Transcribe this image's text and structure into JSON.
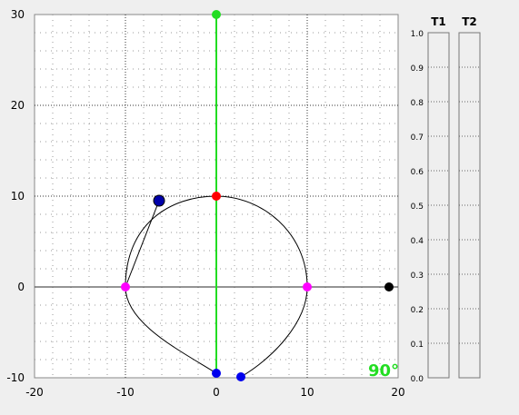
{
  "plot": {
    "x_ticks": [
      -20,
      -10,
      0,
      10,
      20
    ],
    "y_ticks": [
      -10,
      0,
      10,
      20,
      30
    ],
    "xlim": [
      -20,
      20
    ],
    "ylim": [
      -10,
      30
    ],
    "angle_label": "90°",
    "colors": {
      "background": "#efefef",
      "plot_bg": "#ffffff",
      "vertical_line": "#22dd22",
      "angle_label": "#22dd22",
      "curve": "#000000",
      "tangent": "#000000"
    },
    "points": [
      {
        "name": "top-point",
        "x": 0,
        "y": 30,
        "color": "#22dd22"
      },
      {
        "name": "center-top-point",
        "x": 0,
        "y": 10,
        "color": "#ff0000"
      },
      {
        "name": "left-point",
        "x": -10,
        "y": 0,
        "color": "#ff00ff"
      },
      {
        "name": "right-point",
        "x": 10,
        "y": 0,
        "color": "#ff00ff"
      },
      {
        "name": "bottom-point",
        "x": 0,
        "y": -9.5,
        "color": "#0000ee"
      },
      {
        "name": "bottom-right-point",
        "x": 2.7,
        "y": -9.9,
        "color": "#0000ee"
      },
      {
        "name": "upper-left-point",
        "x": -6.3,
        "y": 9.5,
        "color": "#0000aa"
      },
      {
        "name": "end-point",
        "x": 19,
        "y": 0,
        "color": "#000000"
      }
    ]
  },
  "bars": {
    "labels": [
      "T1",
      "T2"
    ],
    "ticks": [
      "1.0",
      "0.9",
      "0.8",
      "0.7",
      "0.6",
      "0.5",
      "0.4",
      "0.3",
      "0.2",
      "0.1",
      "0.0"
    ],
    "values": [
      0,
      0
    ]
  }
}
